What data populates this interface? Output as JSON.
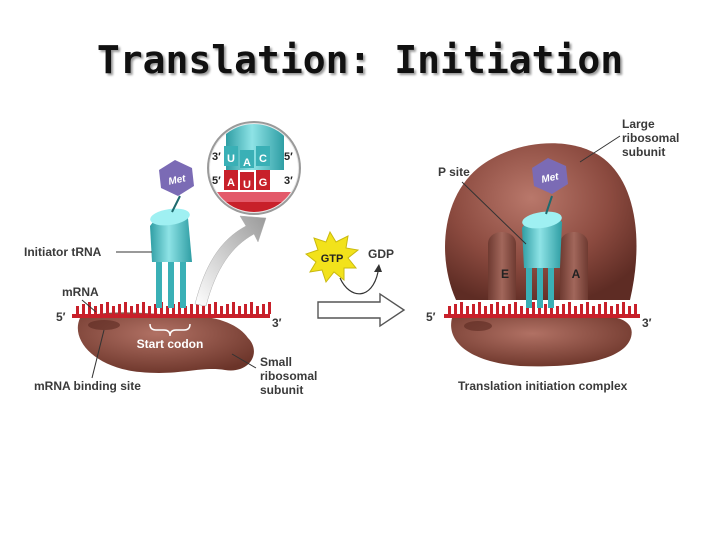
{
  "title": "Translation: Initiation",
  "labels": {
    "initiator_trna": "Initiator tRNA",
    "mrna": "mRNA",
    "five_prime": "5′",
    "three_prime": "3′",
    "start_codon": "Start codon",
    "mrna_binding_site": "mRNA binding site",
    "small_subunit_line1": "Small",
    "small_subunit_line2": "ribosomal",
    "small_subunit_line3": "subunit",
    "gtp": "GTP",
    "gdp": "GDP",
    "p_site": "P site",
    "large_subunit_line1": "Large",
    "large_subunit_line2": "ribosomal",
    "large_subunit_line3": "subunit",
    "e_site": "E",
    "a_site": "A",
    "complex": "Translation initiation complex",
    "met": "Met"
  },
  "codon_inset": {
    "anticodon": [
      "U",
      "A",
      "C"
    ],
    "codon": [
      "A",
      "U",
      "G"
    ]
  },
  "colors": {
    "ribosome": "#8b4a3f",
    "trna": "#4fc3c8",
    "mrna": "#c8202a",
    "met": "#7b6bb5",
    "gtp": "#f2e21b"
  }
}
